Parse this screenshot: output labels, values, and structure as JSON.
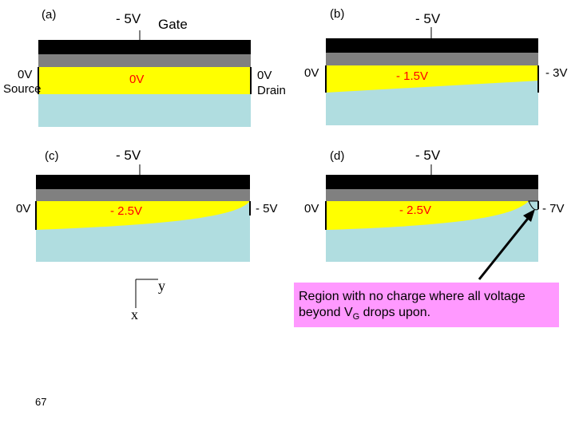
{
  "panel_a": {
    "tag": "(a)",
    "gate_v": "- 5V",
    "gate_label": "Gate",
    "source_v": "0V",
    "source_label": "Source",
    "channel_v": "0V",
    "drain_v": "0V",
    "drain_label": "Drain"
  },
  "panel_b": {
    "tag": "(b)",
    "gate_v": "- 5V",
    "source_v": "0V",
    "channel_v": "- 1.5V",
    "drain_v": "- 3V"
  },
  "panel_c": {
    "tag": "(c)",
    "gate_v": "- 5V",
    "source_v": "0V",
    "channel_v": "- 2.5V",
    "drain_v": "- 5V"
  },
  "panel_d": {
    "tag": "(d)",
    "gate_v": "- 5V",
    "source_v": "0V",
    "channel_v": "- 2.5V",
    "drain_v": "- 7V"
  },
  "axes": {
    "y_label": "y",
    "x_label": "x"
  },
  "callout": {
    "text_before": "Region with no charge where all voltage beyond V",
    "subscript": "G",
    "text_after": " drops upon."
  },
  "page_number": "67",
  "colors": {
    "gate": "#000000",
    "oxide": "#808080",
    "channel": "#ffff00",
    "substrate": "#b0dde0",
    "callout_bg": "#ff99ff",
    "channel_text": "#ff0000"
  }
}
